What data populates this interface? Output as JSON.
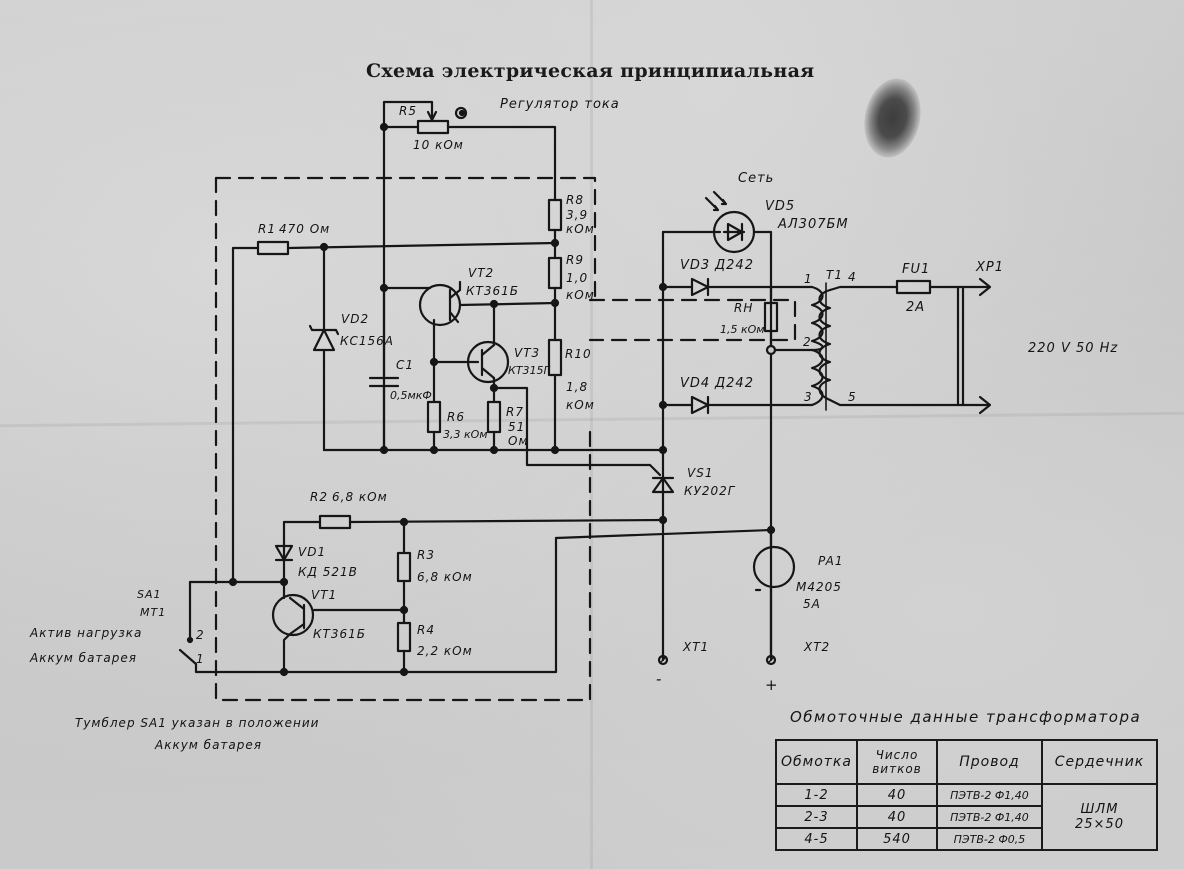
{
  "title": "Схема электрическая принципиальная",
  "regulator_note": "Регулятор тока",
  "components": {
    "R5": {
      "ref": "R5",
      "value": "10 кОм"
    },
    "R1": {
      "ref": "R1",
      "value": "470 Ом"
    },
    "R8": {
      "ref": "R8",
      "value_line1": "3,9",
      "value_line2": "кОм"
    },
    "R9": {
      "ref": "R9",
      "value_line1": "1,0",
      "value_line2": "кОм"
    },
    "R10": {
      "ref": "R10",
      "value_line1": "1,8",
      "value_line2": "кОм"
    },
    "R6": {
      "ref": "R6",
      "value": "3,3 кОм"
    },
    "R7": {
      "ref": "R7",
      "value_line1": "51",
      "value_line2": "Ом"
    },
    "R2": {
      "ref": "R2",
      "value": "6,8 кОм"
    },
    "R3": {
      "ref": "R3",
      "value": "6,8 кОм"
    },
    "R4": {
      "ref": "R4",
      "value": "2,2 кОм"
    },
    "RH": {
      "ref": "RH",
      "value": "1,5 кОм"
    },
    "C1": {
      "ref": "C1",
      "value": "0,5мкФ"
    },
    "VD1": {
      "ref": "VD1",
      "part": "КД 521В"
    },
    "VD2": {
      "ref": "VD2",
      "part": "КС156А"
    },
    "VD3": {
      "ref": "VD3",
      "part": "Д242"
    },
    "VD4": {
      "ref": "VD4",
      "part": "Д242"
    },
    "VD5": {
      "ref": "VD5",
      "part": "АЛ307БМ",
      "note": "Сеть"
    },
    "VT1": {
      "ref": "VT1",
      "part": "КТ361Б"
    },
    "VT2": {
      "ref": "VT2",
      "part": "КТ361Б"
    },
    "VT3": {
      "ref": "VT3",
      "part": "КТ315Г"
    },
    "VS1": {
      "ref": "VS1",
      "part": "КУ202Г"
    },
    "T1": {
      "ref": "T1",
      "pins": [
        "1",
        "2",
        "3",
        "4",
        "5"
      ]
    },
    "FU1": {
      "ref": "FU1",
      "value": "2А"
    },
    "XP1": {
      "ref": "XP1"
    },
    "PA1": {
      "ref": "PA1",
      "part": "М4205",
      "range": "5А"
    },
    "XT1": {
      "ref": "XT1",
      "polarity": "-"
    },
    "XT2": {
      "ref": "XT2",
      "polarity": "+"
    },
    "SA1": {
      "ref": "SA1",
      "part": "МТ1",
      "pos2": "2",
      "pos1": "1",
      "label_pos2": "Актив нагрузка",
      "label_pos1": "Аккум батарея"
    }
  },
  "mains": "220 V  50 Hz",
  "switch_note_line1": "Тумблер SA1 указан в положении",
  "switch_note_line2": "Аккум батарея",
  "winding_table": {
    "title": "Обмоточные данные трансформатора",
    "headers": [
      "Обмотка",
      "Число витков",
      "Провод",
      "Сердечник"
    ],
    "rows": [
      {
        "winding": "1-2",
        "turns": "40",
        "wire": "ПЭТВ-2 Ф1,40"
      },
      {
        "winding": "2-3",
        "turns": "40",
        "wire": "ПЭТВ-2 Ф1,40"
      },
      {
        "winding": "4-5",
        "turns": "540",
        "wire": "ПЭТВ-2 Ф0,5"
      }
    ],
    "core_line1": "ШЛМ",
    "core_line2": "25×50"
  }
}
